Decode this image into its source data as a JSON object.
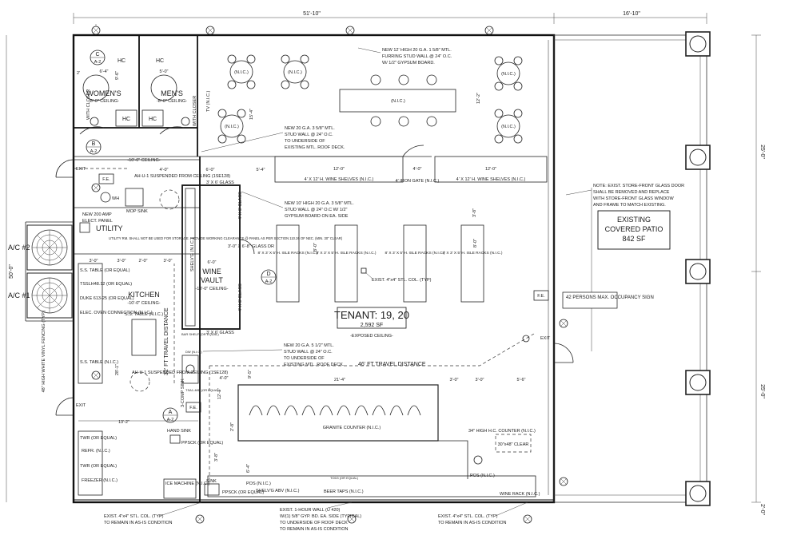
{
  "dimensions": {
    "top_main": "51'-10\"",
    "top_patio": "16'-10\"",
    "left_side": "50'-0\"",
    "right_upper": "25'-0\"",
    "right_lower": "25'-0\"",
    "right_small": "2'-0\"",
    "interior": {
      "d_2": "2'",
      "d_6_4": "6'-4\"",
      "d_5_0": "5'-0\"",
      "d_9_6": "9'-6\"",
      "d_15_4": "15'-4\"",
      "d_12_2": "12'-2\"",
      "d_6_0a": "6'-0\"",
      "d_5_4": "5'-4\"",
      "d_12_0a": "12'-0\"",
      "d_4_0a": "4'-0\"",
      "d_12_0b": "12'-0\"",
      "d_4_0b": "4'-0\"",
      "d_3_8": "3'-8\"",
      "d_8_0a": "8'-0\"",
      "d_8_0b": "8'-0\"",
      "d_3_0a": "3'-0\"",
      "d_3_0b": "3'-0\"",
      "d_2_0": "2'-0\"",
      "d_3_0c": "3'-0\"",
      "d_6_0b": "6'-0\"",
      "d_4_0c": "4'-0\"",
      "d_21_4": "21'-4\"",
      "d_3_0d": "3'-0\"",
      "d_3_0e": "3'-0\"",
      "d_5_6": "5'-6\"",
      "d_9_5": "9'-5\"",
      "d_12_1": "12'-1\"",
      "d_28_1": "28'-1\"",
      "d_13_2": "13'-2\"",
      "d_2_8": "2'-8\"",
      "d_6_4b": "6'-4\"",
      "d_3_8b": "3'-8\"",
      "d_2_0r": "2'-0\""
    }
  },
  "rooms": {
    "womens": {
      "name": "WOMEN'S",
      "ceiling": "-8'-0\" CEILING-"
    },
    "mens": {
      "name": "MEN'S",
      "ceiling": "-8'-0\" CEILING-"
    },
    "utility": {
      "line1": "NEW 200 AMP",
      "line2": "ELECT. PANEL",
      "name": "UTILITY"
    },
    "kitchen": {
      "name": "KITCHEN",
      "ceiling": "-10'-0\" CEILING-"
    },
    "wine_vault": {
      "line1": "WINE",
      "line2": "VAULT",
      "ceiling": "-10'-0\" CEILING-"
    },
    "tenant": {
      "name": "TENANT: 19, 20",
      "area": "2,592 SF",
      "ceiling": "-EXPOSED CEILING-"
    },
    "patio": {
      "line1": "EXISTING",
      "line2": "COVERED PATIO",
      "area": "842 SF"
    },
    "corridor_ceiling": "-10'-0\" CEILING-"
  },
  "labels": {
    "hc": "HC",
    "nic": "(N.I.C.)",
    "tv": "TV (N.I.C.)",
    "with_closer": "WITH CLOSER",
    "exit": "EXIT",
    "fe": "F.E.",
    "wh": "WH",
    "mop_sink": "MOP SINK",
    "ahu1": "AH-U-1 SUSPENDED FROM CEILING (1SE128)",
    "ahu2": "AH-U-1 SUSPENDED FROM CEILING (1SE128)",
    "utility_note": "UTILITY RM. SHALL NOT BE USED FOR STORAGE. PROVIDE WORKING CLEARANCE @ PANEL AS PER SECTION 110.26 OF NEC. (MIN. 30\" CLEAR)",
    "ss_table_1": "S.S. TABLE (OR EQUAL)",
    "ss_table_2": "S.S. TABLE (N.I.C.)",
    "ss_table_3": "S.S. TABLE (N.I.C.)",
    "dukers": "DUKE 613-25 (OR EQUAL)",
    "tsslh": "TSSLH48.12 (OR EQUAL)",
    "elec_oven": "ELEC. OVEN CONNECTION (N.I.C.)",
    "shelving": "SHELV'G (N.I.C.)",
    "glass_3x6a": "3' X 6' GLASS",
    "glass_3x6b": "3' X 6' GLASS",
    "glass_3x6c": "3' X 6' GLASS",
    "glass_4x6a": "4' X 6' GLASS",
    "glass_4x6b": "4' X 6' GLASS",
    "glass_door": "3'-0\" X 6'-8\" GLASS DR",
    "bar_shelf": "BAR SHELF (OR EQUAL)",
    "dw": "DW (N.I.C.)",
    "comp_sink": "3-COMP SINK",
    "tsa": "TSA1-48D (OR EQUAL)",
    "hand_sink": "HAND SINK",
    "ppsck_a": "PPSCK (OR EQUAL)",
    "refr": "REFR. (N.I.C.)",
    "freezer": "FREEZER (N.I.C.)",
    "twr_a": "TWR (OR EQUAL)",
    "twr_b": "TWR (OR EQUAL)",
    "ice_machine": "ICE MACHINE (N.I.C.)",
    "sink": "SINK",
    "ppsck_b": "PPSCK (OR EQUAL)",
    "pos_1": "POS (N.I.C.)",
    "pos_2": "POS (N.I.C.)",
    "shelvg_abv": "SHELV'G ABV (N.I.C.)",
    "beer_taps": "BEER TAPS (N.I.C.)",
    "tod": "TOD3 (OR EQUAL)",
    "granite_counter": "GRANITE COUNTER (N.I.C.)",
    "hc_counter": "34\" HIGH H.C. COUNTER (N.I.C.)",
    "clear": "30\"x48\" CLEAR",
    "wine_rack": "WINE RACK (N.I.C.)",
    "wine_shelves_1": "4' X 12' H. WINE SHELVES (N.I.C.)",
    "wine_shelves_2": "4' X 12' H. WINE SHELVES (N.I.C.)",
    "iron_gate": "4' IRON GATE (N.I.C.)",
    "isle_rack": "8' X 3' X 5' H. ISLE RACKS (N.I.C.)",
    "stl_col": "EXIST. 4\"x4\" STL. COL. (TYP)",
    "travel_1": "32' FT TRAVEL DISTANCE",
    "travel_2": "46' FT TRAVEL DISTANCE",
    "ac2": "A/C #2",
    "ac1": "A/C #1",
    "fencing": "48\" HIGH WHITE VINYL FENCING (TYP.)",
    "occupancy": "42 PERSONS MAX. OCCUPANCY SIGN"
  },
  "tags": {
    "c": {
      "letter": "C",
      "sheet": "A-2"
    },
    "b": {
      "letter": "B",
      "sheet": "A-2"
    },
    "d": {
      "letter": "D",
      "sheet": "A-2"
    },
    "a": {
      "letter": "A",
      "sheet": "A-2"
    }
  },
  "notes": {
    "note_top": [
      "NEW 12' HIGH 20 G.A. 1 5/8\" MTL.",
      "FURRING STUD WALL @ 24\" O.C.",
      "W/ 1/2\" GYPSUM BOARD."
    ],
    "note_stud1": [
      "NEW 20 G.A. 3 5/8\" MTL.",
      "STUD WALL @ 24\" O.C.",
      "TO UNDERSIDE OF",
      "EXISTING MTL. ROOF DECK."
    ],
    "note_stud2": [
      "NEW 10' HIGH 20 G.A. 3 5/8\" MTL.",
      "STUD WALL @ 24\" O.C W/ 1/2\"",
      "GYPSUM BOARD ON EA. SIDE"
    ],
    "note_stud3": [
      "NEW 20 G.A. 5 1/2\" MTL.",
      "STUD WALL @ 24\" O.C.",
      "TO UNDERSIDE OF",
      "EXISTING MTL. ROOF DECK."
    ],
    "note_storefront": [
      "NOTE: EXIST. STORE-FRONT GLASS DOOR",
      "SHALL BE REMOVED AND REPLACE",
      "WITH STORE-FRONT GLASS WINDOW",
      "AND FRAME TO MATCH EXISTING."
    ],
    "note_col_left": [
      "EXIST. 4\"x4\" STL. COL. (TYP)",
      "TO REMAIN IN AS-IS CONDITION"
    ],
    "note_wall": [
      "EXIST. 1-HOUR WALL (U 420)",
      "W/(1) 5/8\" GYP. BD. EA. SIDE (TYPICAL)",
      "TO UNDERSIDE OF ROOF DECK",
      "TO REMAIN IN AS-IS CONDITION"
    ],
    "note_col_right": [
      "EXIST. 4\"x4\" STL. COL. (TYP)",
      "TO REMAIN IN AS-IS CONDITION"
    ]
  }
}
